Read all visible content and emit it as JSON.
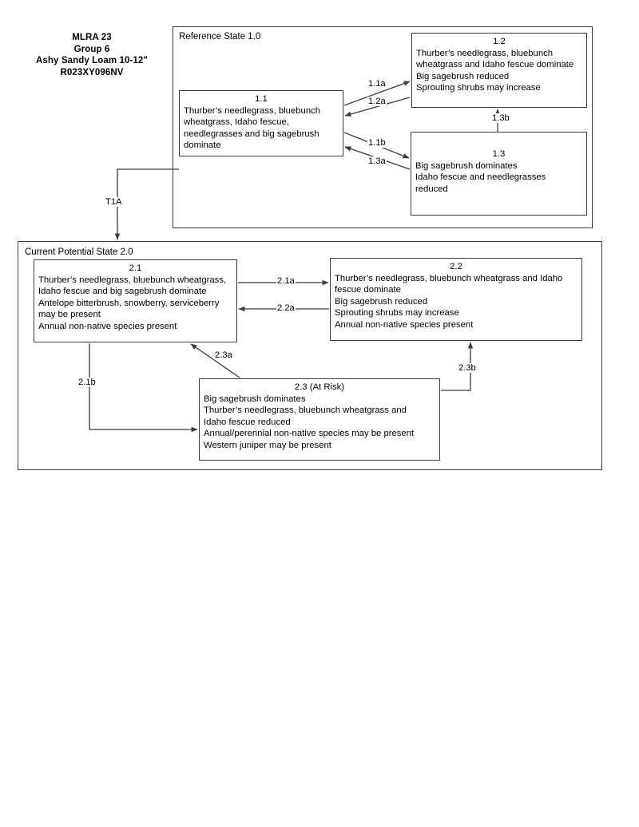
{
  "title_block": {
    "line1": "MLRA 23",
    "line2": "Group 6",
    "line3": "Ashy Sandy Loam 10-12\"",
    "line4": "R023XY096NV"
  },
  "states": [
    {
      "id": "1.0",
      "label": "Reference State 1.0",
      "phases": [
        {
          "id": "1.1",
          "number": "1.1",
          "lines": [
            "Thurber’s needlegrass, bluebunch",
            "wheatgrass, Idaho fescue,",
            "needlegrasses and big sagebrush",
            "dominate"
          ]
        },
        {
          "id": "1.2",
          "number": "1.2",
          "lines": [
            "Thurber’s needlegrass, bluebunch",
            "wheatgrass and Idaho fescue dominate",
            "Big sagebrush reduced",
            "Sprouting shrubs may increase"
          ]
        },
        {
          "id": "1.3",
          "number": "1.3",
          "lines": [
            "Big sagebrush dominates",
            "Idaho fescue and needlegrasses",
            "reduced"
          ]
        }
      ]
    },
    {
      "id": "2.0",
      "label": "Current Potential State 2.0",
      "phases": [
        {
          "id": "2.1",
          "number": "2.1",
          "lines": [
            "Thurber’s needlegrass, bluebunch wheatgrass,",
            "Idaho fescue and big sagebrush dominate",
            "Antelope bitterbrush, snowberry, serviceberry",
            "may be present",
            "Annual non-native species present"
          ]
        },
        {
          "id": "2.2",
          "number": "2.2",
          "lines": [
            "Thurber’s needlegrass, bluebunch wheatgrass and Idaho",
            "fescue dominate",
            "Big sagebrush reduced",
            "Sprouting shrubs may increase",
            "Annual non-native species present"
          ]
        },
        {
          "id": "2.3",
          "number": "2.3 (At Risk)",
          "lines": [
            "Big sagebrush dominates",
            "Thurber’s needlegrass, bluebunch wheatgrass and",
            "Idaho fescue reduced",
            "Annual/perennial non-native species may be present",
            "Western juniper may be present"
          ]
        }
      ]
    }
  ],
  "transitions": [
    {
      "id": "1.1a",
      "label": "1.1a",
      "from": "1.1",
      "to": "1.2"
    },
    {
      "id": "1.2a",
      "label": "1.2a",
      "from": "1.2",
      "to": "1.1"
    },
    {
      "id": "1.1b",
      "label": "1.1b",
      "from": "1.1",
      "to": "1.3"
    },
    {
      "id": "1.3a",
      "label": "1.3a",
      "from": "1.3",
      "to": "1.1"
    },
    {
      "id": "1.3b",
      "label": "1.3b",
      "from": "1.3",
      "to": "1.2"
    },
    {
      "id": "T1A",
      "label": "T1A",
      "from": "1.0",
      "to": "2.0"
    },
    {
      "id": "2.1a",
      "label": "2.1a",
      "from": "2.1",
      "to": "2.2"
    },
    {
      "id": "2.2a",
      "label": "2.2a",
      "from": "2.2",
      "to": "2.1"
    },
    {
      "id": "2.1b",
      "label": "2.1b",
      "from": "2.1",
      "to": "2.3"
    },
    {
      "id": "2.3a",
      "label": "2.3a",
      "from": "2.3",
      "to": "2.1"
    },
    {
      "id": "2.3b",
      "label": "2.3b",
      "from": "2.3",
      "to": "2.2"
    }
  ],
  "colors": {
    "line": "#3a3a3a",
    "text": "#000000",
    "background": "#ffffff"
  }
}
